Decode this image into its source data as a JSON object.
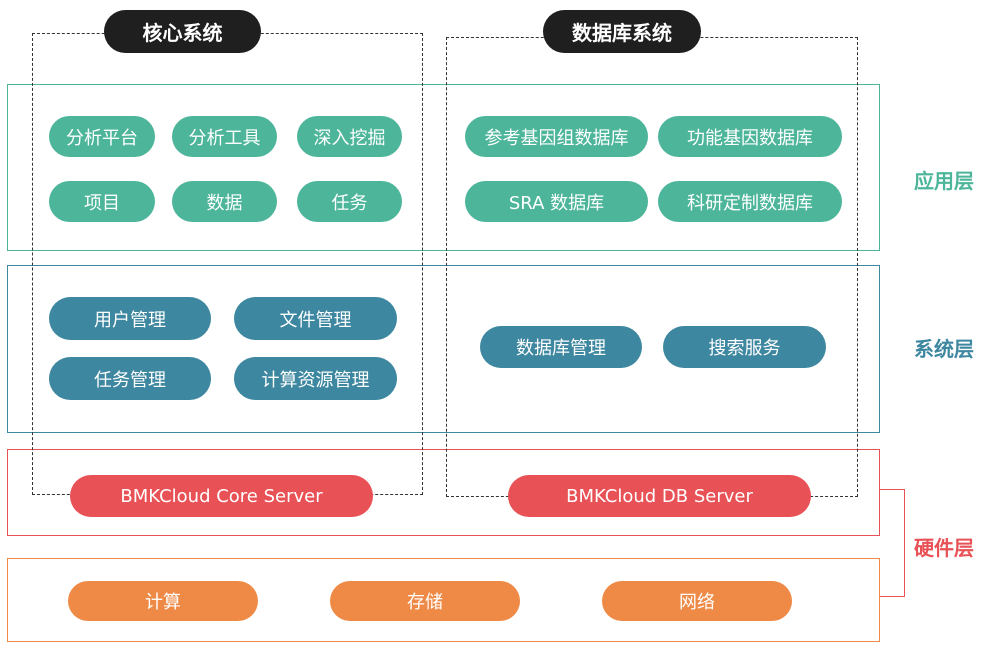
{
  "colors": {
    "app_layer": "#4cb59a",
    "system_layer": "#3e87a0",
    "hardware_layer": "#e85155",
    "hardware_base": "#ee8a46",
    "title_bg": "#1f1f1f"
  },
  "systems": {
    "core_title": "核心系统",
    "db_title": "数据库系统"
  },
  "app_layer": {
    "label": "应用层",
    "core_items": [
      "分析平台",
      "分析工具",
      "深入挖掘",
      "项目",
      "数据",
      "任务"
    ],
    "db_items": [
      "参考基因组数据库",
      "功能基因数据库",
      "SRA 数据库",
      "科研定制数据库"
    ]
  },
  "system_layer": {
    "label": "系统层",
    "core_items": [
      "用户管理",
      "文件管理",
      "任务管理",
      "计算资源管理"
    ],
    "db_items": [
      "数据库管理",
      "搜索服务"
    ]
  },
  "hardware_layer": {
    "label": "硬件层",
    "servers": [
      "BMKCloud Core Server",
      "BMKCloud DB Server"
    ],
    "resources": [
      "计算",
      "存储",
      "网络"
    ]
  }
}
